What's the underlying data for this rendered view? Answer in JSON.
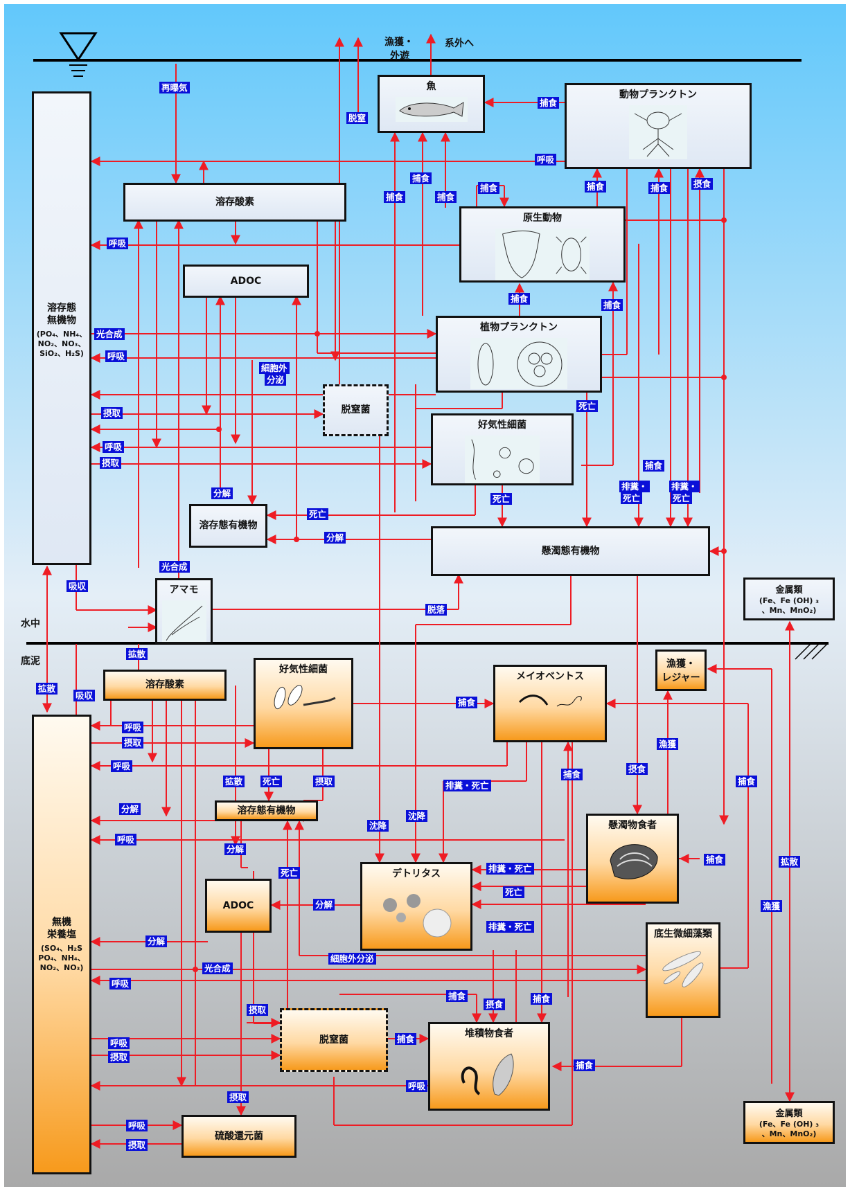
{
  "labels": {
    "catch_out_1": "漁獲・",
    "catch_out_2": "外遊",
    "to_outside": "系外へ",
    "water_layer": "水中",
    "sediment_layer": "底泥"
  },
  "water_boxes": {
    "dissolved_inorganic": {
      "title_1": "溶存態",
      "title_2": "無機物",
      "sub_1": "(PO₄、NH₄、",
      "sub_2": "NO₂、NO₃、",
      "sub_3": "SiO₂、H₂S)"
    },
    "dissolved_oxygen": "溶存酸素",
    "adoc": "ADOC",
    "fish": "魚",
    "zooplankton": "動物プランクトン",
    "protozoa": "原生動物",
    "phytoplankton": "植物プランクトン",
    "denitrifier": "脱窒菌",
    "aerobic_bacteria": "好気性細菌",
    "dissolved_organic": "溶存態有機物",
    "suspended_organic": "懸濁態有機物",
    "eelgrass": "アマモ",
    "metals_top": {
      "line_1": "金属類",
      "line_2": "(Fe、Fe (OH) ₃",
      "line_3": "、Mn、MnO₂)"
    }
  },
  "sediment_boxes": {
    "dissolved_oxygen": "溶存酸素",
    "aerobic_bacteria": "好気性細菌",
    "meiobenthos": "メイオベントス",
    "fishing_leisure_1": "漁獲・",
    "fishing_leisure_2": "レジャー",
    "dissolved_organic": "溶存態有機物",
    "suspension_feeder": "懸濁物食者",
    "detritus": "デトリタス",
    "adoc": "ADOC",
    "inorganic_nutrients": {
      "title_1": "無機",
      "title_2": "栄養塩",
      "sub_1": "(SO₄、H₂S",
      "sub_2": "PO₄、NH₄、",
      "sub_3": "NO₂、NO₃)"
    },
    "benthic_microalgae": "底生微細藻類",
    "denitrifier": "脱窒菌",
    "deposit_feeder": "堆積物食者",
    "sulfate_reducer": "硫酸還元菌",
    "metals_bottom": {
      "line_1": "金属類",
      "line_2": "(Fe、Fe (OH) ₃",
      "line_3": "、Mn、MnO₂)"
    }
  },
  "flow_tags": [
    {
      "text": "再曝気"
    },
    {
      "text": "脱窒"
    },
    {
      "text": "捕食"
    },
    {
      "text": "呼吸"
    },
    {
      "text": "捕食"
    },
    {
      "text": "捕食"
    },
    {
      "text": "捕食"
    },
    {
      "text": "捕食"
    },
    {
      "text": "捕食"
    },
    {
      "text": "捕食"
    },
    {
      "text": "摂食"
    },
    {
      "text": "呼吸"
    },
    {
      "text": "捕食"
    },
    {
      "text": "捕食"
    },
    {
      "text": "光合成"
    },
    {
      "text": "呼吸"
    },
    {
      "text": "細胞外"
    },
    {
      "text": "分泌"
    },
    {
      "text": "死亡"
    },
    {
      "text": "摂取"
    },
    {
      "text": "呼吸"
    },
    {
      "text": "摂取"
    },
    {
      "text": "捕食"
    },
    {
      "text": "分解"
    },
    {
      "text": "死亡"
    },
    {
      "text": "排糞・"
    },
    {
      "text": "死亡"
    },
    {
      "text": "排糞・"
    },
    {
      "text": "死亡"
    },
    {
      "text": "死亡"
    },
    {
      "text": "分解"
    },
    {
      "text": "光合成"
    },
    {
      "text": "吸収"
    },
    {
      "text": "脱落"
    },
    {
      "text": "拡散"
    },
    {
      "text": "拡散"
    },
    {
      "text": "吸収"
    },
    {
      "text": "捕食"
    },
    {
      "text": "呼吸"
    },
    {
      "text": "摂取"
    },
    {
      "text": "呼吸"
    },
    {
      "text": "漁獲"
    },
    {
      "text": "摂食"
    },
    {
      "text": "拡散"
    },
    {
      "text": "死亡"
    },
    {
      "text": "摂取"
    },
    {
      "text": "捕食"
    },
    {
      "text": "排糞・死亡"
    },
    {
      "text": "捕食"
    },
    {
      "text": "分解"
    },
    {
      "text": "呼吸"
    },
    {
      "text": "分解"
    },
    {
      "text": "沈降"
    },
    {
      "text": "沈降"
    },
    {
      "text": "排糞・死亡"
    },
    {
      "text": "捕食"
    },
    {
      "text": "拡散"
    },
    {
      "text": "死亡"
    },
    {
      "text": "死亡"
    },
    {
      "text": "分解"
    },
    {
      "text": "排糞・死亡"
    },
    {
      "text": "漁獲"
    },
    {
      "text": "分解"
    },
    {
      "text": "細胞外分泌"
    },
    {
      "text": "光合成"
    },
    {
      "text": "呼吸"
    },
    {
      "text": "捕食"
    },
    {
      "text": "摂食"
    },
    {
      "text": "捕食"
    },
    {
      "text": "摂取"
    },
    {
      "text": "呼吸"
    },
    {
      "text": "捕食"
    },
    {
      "text": "摂取"
    },
    {
      "text": "捕食"
    },
    {
      "text": "呼吸"
    },
    {
      "text": "摂取"
    },
    {
      "text": "呼吸"
    },
    {
      "text": "摂取"
    }
  ],
  "colors": {
    "sky_top": "#62c8fb",
    "sky_mid": "#e4eef7",
    "sediment_bottom": "#a9a9a9",
    "arrow": "#ee1c24",
    "tag_bg": "#0a10d8",
    "orange": "#f79a1c"
  }
}
